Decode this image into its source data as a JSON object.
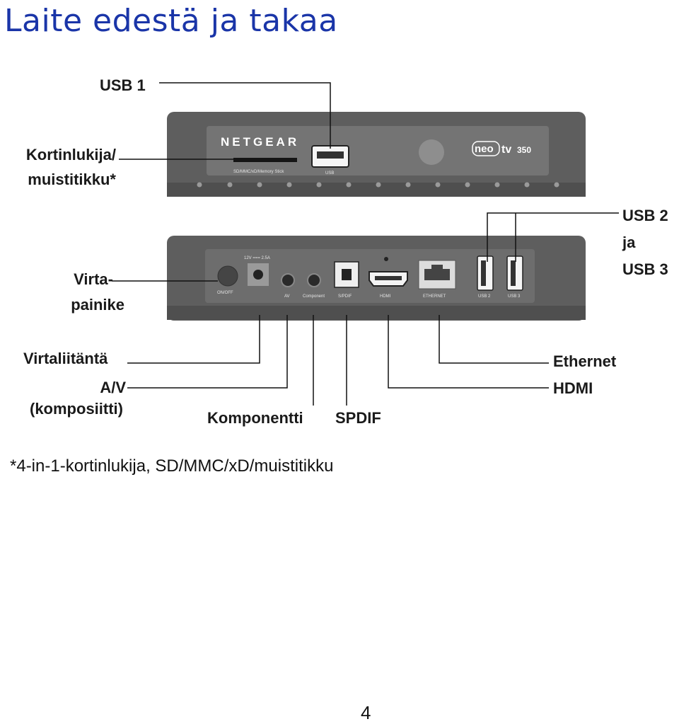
{
  "title": "Laite edestä ja takaa",
  "labels": {
    "usb1": "USB 1",
    "card_reader_1": "Kortinlukija/",
    "card_reader_2": "muistitikku*",
    "power_button_1": "Virta-",
    "power_button_2": "painike",
    "usb23_1": "USB 2",
    "usb23_2": "ja",
    "usb23_3": "USB 3",
    "power_jack": "Virtaliitäntä",
    "av_1": "A/V",
    "av_2": "(komposiitti)",
    "component": "Komponentti",
    "spdif": "SPDIF",
    "ethernet": "Ethernet",
    "hdmi": "HDMI"
  },
  "device": {
    "brand": "NETGEAR",
    "model_neo": "neo",
    "model_tv": "tv",
    "model_num": "350",
    "slot_label": "SD/MMC/xD/Memory Stick",
    "usb_front": "USB",
    "onoff": "ON/OFF",
    "dc": "12V === 2.5A",
    "av": "AV",
    "comp": "Component",
    "spdif_port": "S/PDIF",
    "hdmi_port": "HDMI",
    "eth_port": "ETHERNET",
    "usb2": "USB 2",
    "usb3": "USB 3"
  },
  "footnote": "*4-in-1-kortinlukija, SD/MMC/xD/muistitikku",
  "page_number": "4",
  "colors": {
    "title": "#1a35a8",
    "device": "#5e5e5e",
    "panel": "#7a7a7a"
  }
}
